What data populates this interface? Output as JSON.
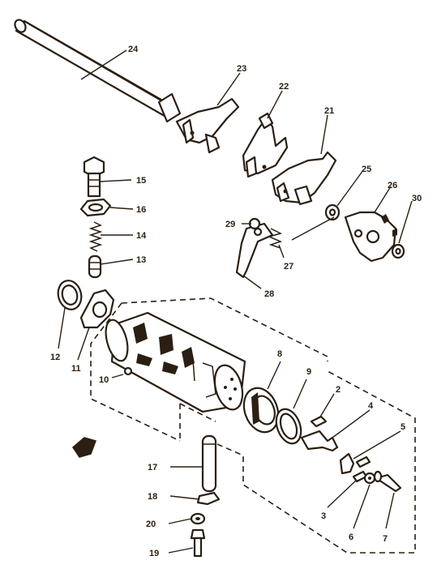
{
  "callouts": {
    "c2": "2",
    "c3": "3",
    "c4": "4",
    "c5": "5",
    "c6": "6",
    "c7": "7",
    "c8": "8",
    "c9": "9",
    "c10": "10",
    "c11": "11",
    "c12": "12",
    "c13": "13",
    "c14": "14",
    "c15": "15",
    "c16": "16",
    "c17": "17",
    "c18": "18",
    "c19": "19",
    "c20": "20",
    "c21": "21",
    "c22": "22",
    "c23": "23",
    "c24": "24",
    "c25": "25",
    "c26": "26",
    "c27": "27",
    "c28": "28",
    "c29": "29",
    "c30": "30"
  },
  "colors": {
    "ink": "#2a1f12",
    "paper": "#ffffff"
  }
}
